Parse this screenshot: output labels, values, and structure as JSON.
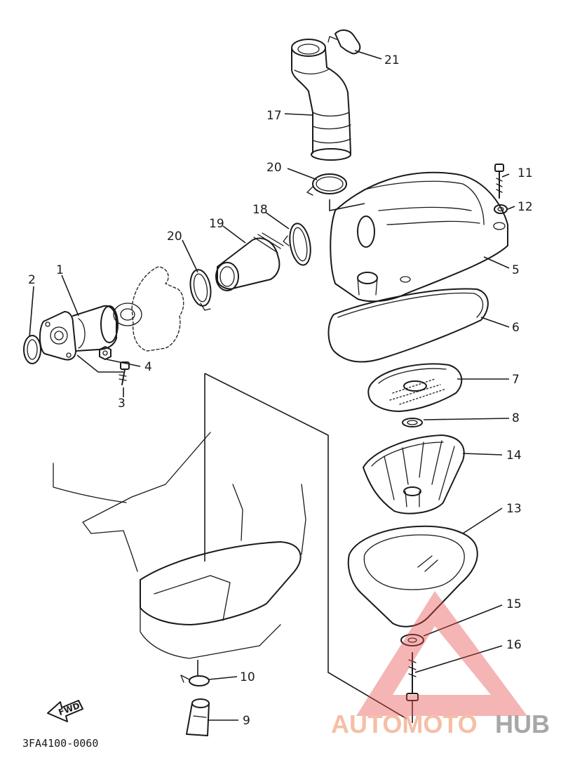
{
  "diagram_code": "3FA4100-0060",
  "fwd_label": "FWD",
  "watermark": {
    "part1": "AUTOMOTO",
    "part2": "HUB",
    "color1": "#f4a98a",
    "color2": "#8a8a8a",
    "triangle_color": "#e84a4a"
  },
  "callouts": {
    "c1": "1",
    "c2": "2",
    "c3": "3",
    "c4": "4",
    "c5": "5",
    "c6": "6",
    "c7": "7",
    "c8": "8",
    "c9": "9",
    "c10": "10",
    "c11": "11",
    "c12": "12",
    "c13": "13",
    "c14": "14",
    "c15": "15",
    "c16": "16",
    "c17": "17",
    "c18": "18",
    "c19": "19",
    "c20a": "20",
    "c20b": "20",
    "c21": "21"
  }
}
